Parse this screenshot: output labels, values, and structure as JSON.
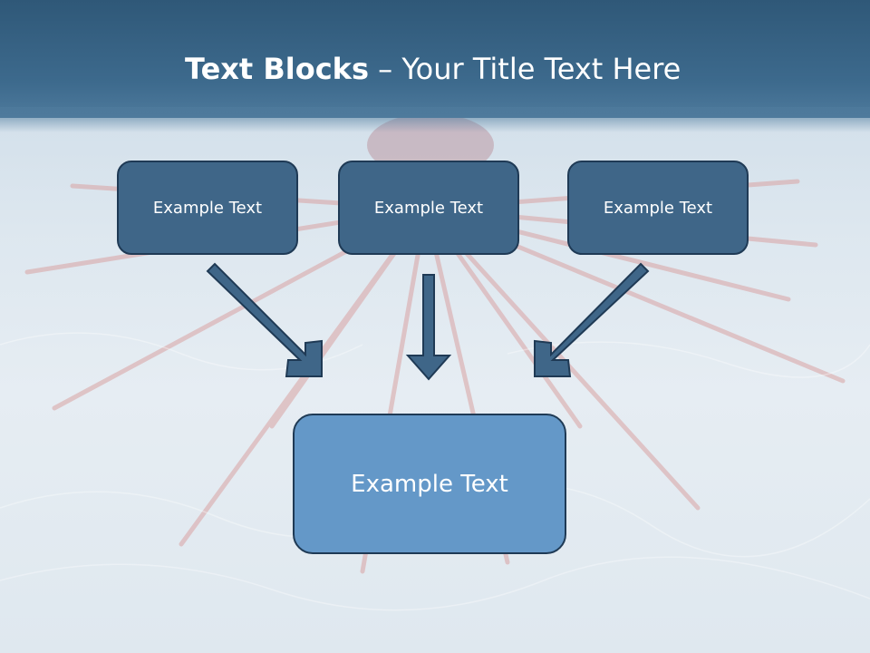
{
  "title": {
    "bold": "Text Blocks",
    "dash": " – ",
    "rest": "Your Title Text Here"
  },
  "blocks": [
    "Example Text",
    "Example Text",
    "Example Text"
  ],
  "target_block": "Example Text",
  "colors": {
    "title_bar": "#3d6a8d",
    "small_block": "#3f6688",
    "big_block": "#6498c8",
    "arrow": "#3f6688",
    "border": "#1f3a55"
  }
}
